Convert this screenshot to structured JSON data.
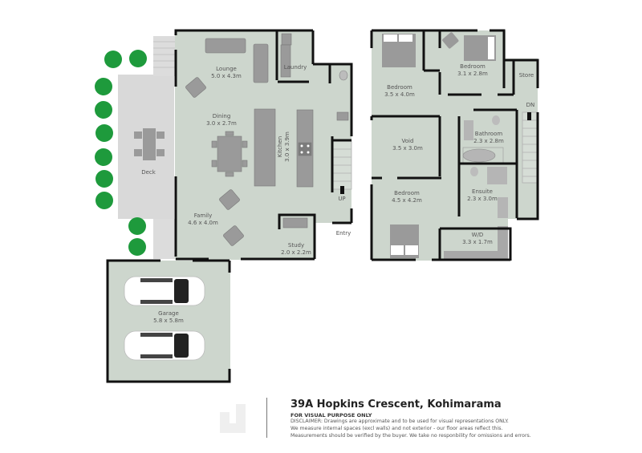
{
  "header": {
    "address": "39A Hopkins Crescent, Kohimarama",
    "subtitle": "FOR VISUAL PURPOSE ONLY",
    "disclaimer_lines": [
      "DISCLAIMER:  Drawings are approximate and to be used for visual representations ONLY.",
      "We measure internal spaces (excl walls) and not exterior - our floor areas reflect this.",
      "Measurements should be verified by the buyer. We take no responbility for omissions and errors."
    ]
  },
  "colors": {
    "room_fill": "#cdd6cd",
    "deck_fill": "#d9d9d9",
    "wall": "#111111",
    "furniture": "#8f8f8f",
    "tree": "#1e9a3c",
    "label": "#555555"
  },
  "ground_floor": {
    "rooms": [
      {
        "name": "Lounge",
        "size": "5.0 x 4.3m"
      },
      {
        "name": "Laundry",
        "size": ""
      },
      {
        "name": "Dining",
        "size": "3.0 x 2.7m"
      },
      {
        "name": "Kitchen",
        "size": "3.0 x 3.9m"
      },
      {
        "name": "Family",
        "size": "4.6 x 4.0m"
      },
      {
        "name": "Study",
        "size": "2.0 x 2.2m"
      },
      {
        "name": "Deck",
        "size": ""
      },
      {
        "name": "Garage",
        "size": "5.8 x 5.8m"
      }
    ],
    "markers": {
      "up": "UP",
      "entry": "Entry"
    }
  },
  "first_floor": {
    "rooms": [
      {
        "name": "Bedroom",
        "size": "3.5 x 4.0m"
      },
      {
        "name": "Bedroom",
        "size": "3.1 x 2.8m"
      },
      {
        "name": "Store",
        "size": ""
      },
      {
        "name": "Void",
        "size": "3.5 x 3.0m"
      },
      {
        "name": "Bathroom",
        "size": "2.3 x 2.8m"
      },
      {
        "name": "Bedroom",
        "size": "4.5 x 4.2m"
      },
      {
        "name": "Ensuite",
        "size": "2.3 x 3.0m"
      },
      {
        "name": "W/D",
        "size": "3.3 x 1.7m"
      }
    ],
    "markers": {
      "down": "DN"
    }
  }
}
